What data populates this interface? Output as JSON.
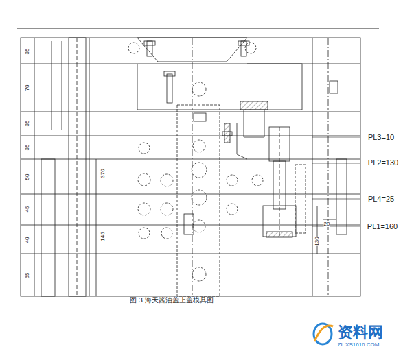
{
  "diagram": {
    "caption": "图 3 海天酱油盖上盖模具图",
    "labels": [
      "35",
      "70",
      "35",
      "35",
      "50",
      "45",
      "40",
      "65",
      "370",
      "145",
      "PL3=10",
      "PL2=130",
      "PL4=25",
      "PL1=160",
      "130",
      "20",
      "资料网",
      "ZL.XS1616.COM"
    ]
  }
}
